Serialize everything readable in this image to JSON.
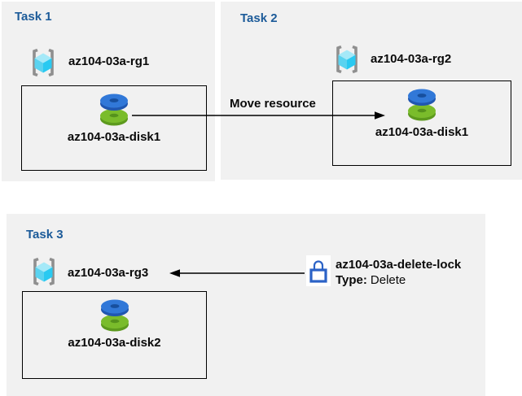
{
  "tasks": [
    {
      "title": "Task 1",
      "resource_group": "az104-03a-rg1",
      "resource": "az104-03a-disk1"
    },
    {
      "title": "Task 2",
      "resource_group": "az104-03a-rg2",
      "resource": "az104-03a-disk1"
    },
    {
      "title": "Task 3",
      "resource_group": "az104-03a-rg3",
      "resource": "az104-03a-disk2"
    }
  ],
  "annotations": {
    "move_arrow_label": "Move resource",
    "delete_lock": {
      "name": "az104-03a-delete-lock",
      "type_label": "Type:",
      "type_value": "Delete"
    }
  },
  "icons": {
    "resource_group": "resource-group-icon",
    "managed_disk": "managed-disk-icon",
    "lock": "lock-icon"
  },
  "colors": {
    "panel_bg": "#f1f1f1",
    "heading_blue": "#1c5b99",
    "disk_blue": "#3178d8",
    "disk_blue_rim": "#2057b0",
    "disk_green": "#7abc2b",
    "disk_green_rim": "#5d9a1e",
    "rg_cube_cyan": "#29c9f1",
    "bracket_gray": "#8f8f8f",
    "lock_blue": "#2b62c6",
    "arrow": "#000000"
  }
}
